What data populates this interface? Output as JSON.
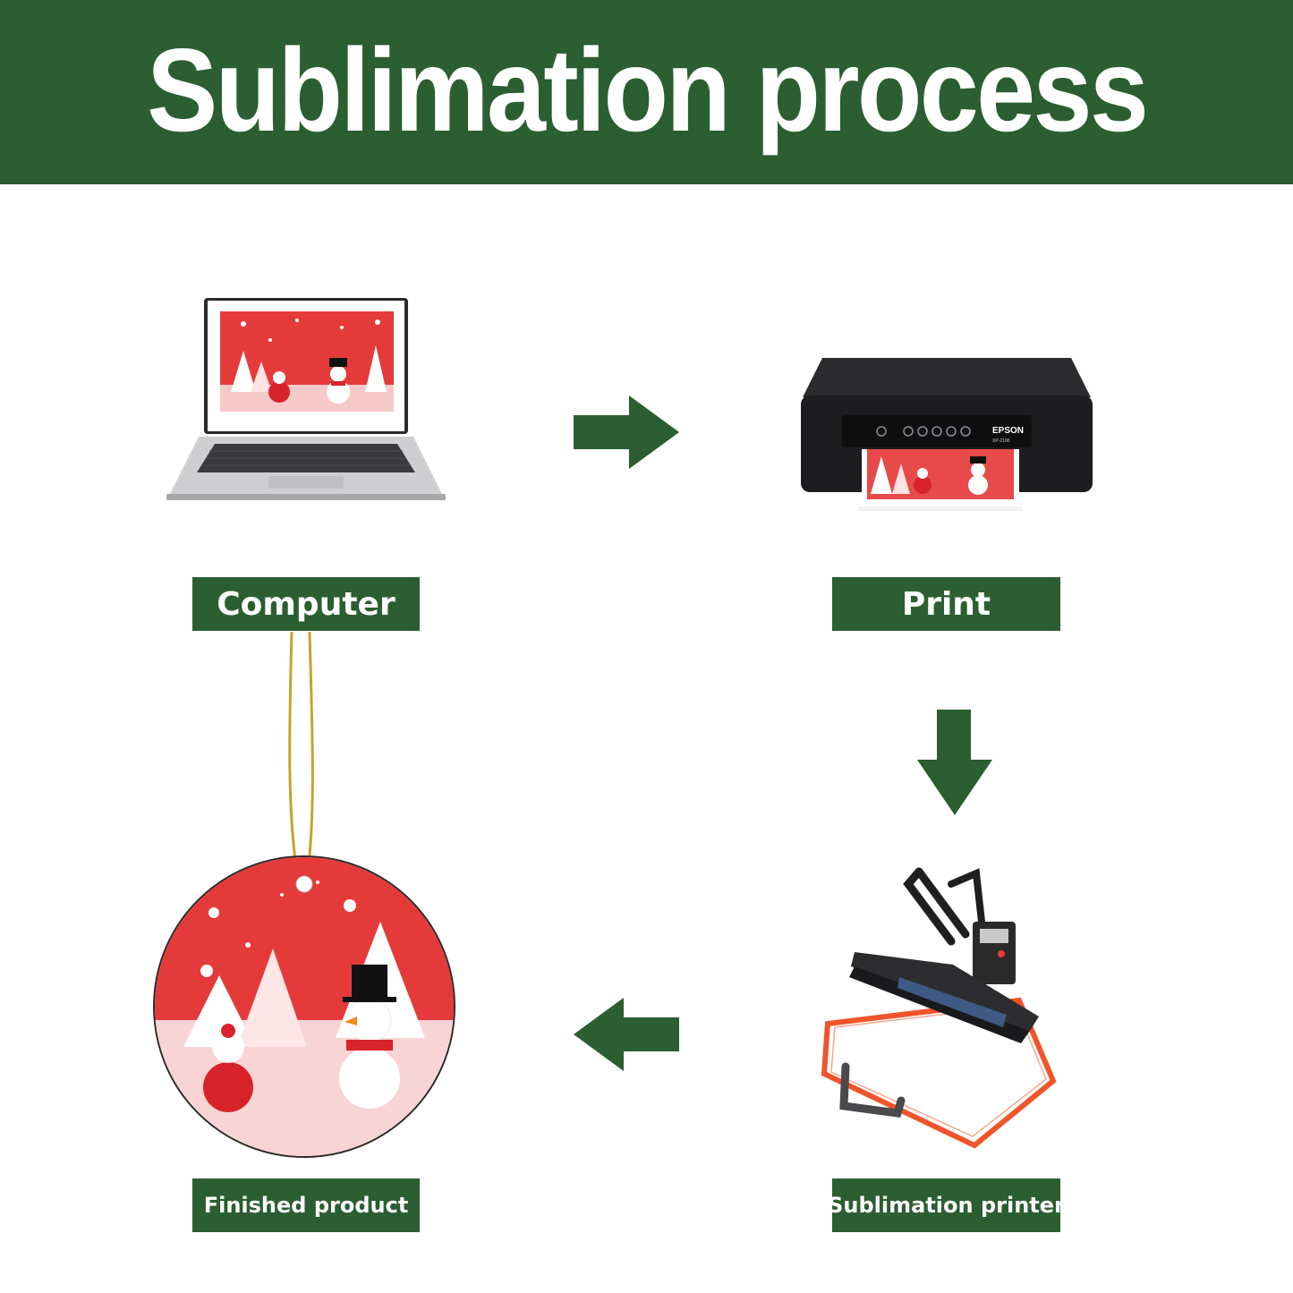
{
  "title": "Sublimation process",
  "steps": {
    "computer": "Computer",
    "print": "Print",
    "sublimation_printer": "Sublimation printer",
    "finished_product": "Finished product"
  },
  "printer_brand": "EPSON",
  "printer_model": "XP-2100",
  "colors": {
    "brand_green": "#2b5e31",
    "accent_red": "#e2393b",
    "frame_orange": "#f0542a"
  },
  "icons": [
    "laptop-icon",
    "printer-icon",
    "heat-press-icon",
    "ornament-icon",
    "arrow-right-icon",
    "arrow-down-icon",
    "arrow-left-icon"
  ]
}
